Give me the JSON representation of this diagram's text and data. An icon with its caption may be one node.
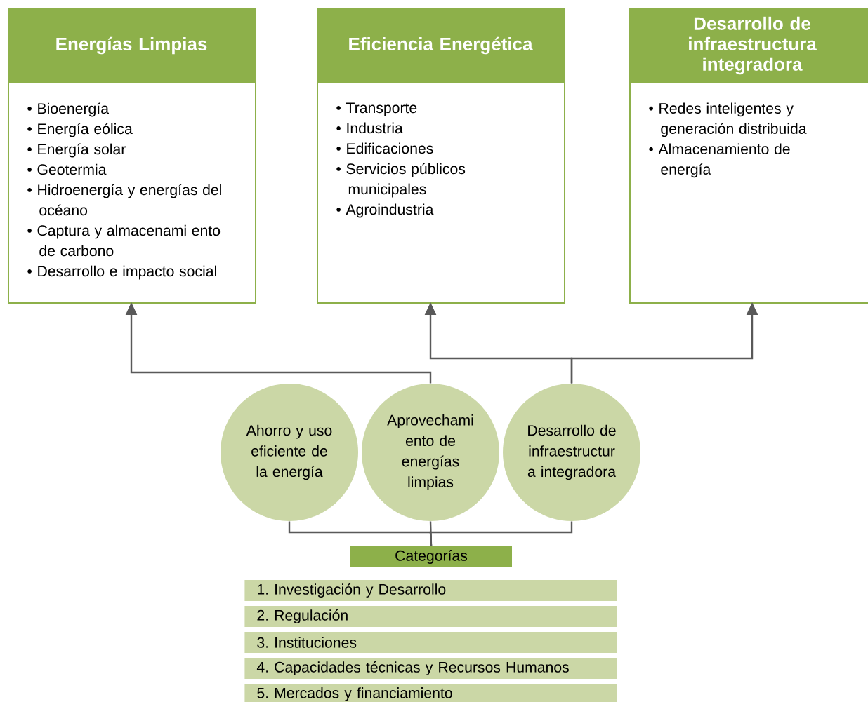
{
  "diagram": {
    "nodes": [
      {
        "text": [
          "Energías Limpias",
          "• Bioenergía",
          "• Energía eólica",
          "• Energía solar",
          "• Geotermia",
          "• Hidroenergía y energías del océano",
          "• Captura y almacenami ento de carbono",
          "• Desarrollo e impacto social"
        ]
      },
      {
        "text": [
          "Eficiencia Energética",
          "• Transporte",
          "• Industria",
          "• Edificaciones",
          "• Servicios públicos municipales",
          "• Agroindustria"
        ]
      },
      {
        "text": [
          "Desarrollo de infraestructura integradora",
          "• Redes inteligentes y generación distribuida",
          "• Almacenamiento de energía"
        ]
      },
      {
        "text": [
          "Ahorro y uso eficiente de la energía"
        ]
      },
      {
        "text": [
          "Aprovechami ento de energías limpias"
        ]
      },
      {
        "text": [
          "Desarrollo de infraestructur a integradora"
        ]
      },
      {
        "text": [
          "Categorías"
        ]
      },
      {
        "text": [
          "1. Investigación y Desarrollo"
        ]
      },
      {
        "text": [
          "2. Regulación"
        ]
      },
      {
        "text": [
          "3. Instituciones"
        ]
      },
      {
        "text": [
          "4. Capacidades técnicas y Recursos Humanos"
        ]
      },
      {
        "text": [
          "5. Mercados y financiamiento"
        ]
      }
    ],
    "edges": [
      {
        "from": 4,
        "to": 0,
        "arrow": "to"
      },
      {
        "from": 5,
        "to": 1,
        "arrow": "to"
      },
      {
        "from": 5,
        "to": 2,
        "arrow": "to"
      },
      {
        "from": 3,
        "to": 6,
        "arrow": "none"
      },
      {
        "from": 4,
        "to": 6,
        "arrow": "none"
      },
      {
        "from": 5,
        "to": 6,
        "arrow": "none"
      }
    ]
  }
}
